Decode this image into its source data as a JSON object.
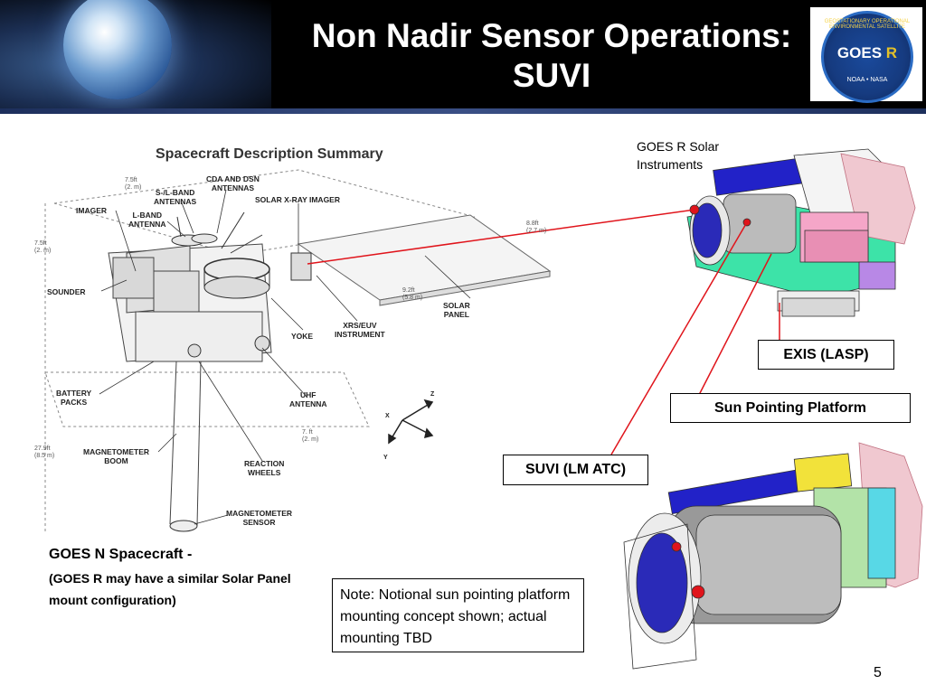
{
  "slide": {
    "title_line1": "Non Nadir Sensor Operations:",
    "title_line2": "SUVI",
    "page_number": "5"
  },
  "logo": {
    "main": "GOES",
    "letter": "R",
    "bottom": "NOAA • NASA",
    "arc": "GEOSTATIONARY OPERATIONAL ENVIRONMENTAL SATELLITE"
  },
  "diagram": {
    "title": "Spacecraft Description Summary",
    "labels": {
      "imager": "IMAGER",
      "sounder": "SOUNDER",
      "cda": "CDA AND DSN\nANTENNAS",
      "sl_band": "S-/L-BAND\nANTENNAS",
      "l_band": "L-BAND\nANTENNA",
      "solar_xray": "SOLAR X-RAY IMAGER",
      "solar_panel": "SOLAR\nPANEL",
      "xrs_euv": "XRS/EUV\nINSTRUMENT",
      "yoke": "YOKE",
      "battery": "BATTERY\nPACKS",
      "uhf": "UHF\nANTENNA",
      "mag_boom": "MAGNETOMETER\nBOOM",
      "reaction": "REACTION\nWHEELS",
      "mag_sensor": "MAGNETOMETER\nSENSOR"
    },
    "measurements": {
      "m1": "7.5ft\n(2. m)",
      "m2": "7.5ft\n(2. m)",
      "m3": "8.8ft\n(2.7 m)",
      "m4": "9.2ft\n(5.8 m)",
      "m5": "7. ft\n(2. m)",
      "m6": "27.9ft\n(8.5 m)"
    },
    "axes": {
      "z": "Z",
      "x": "X",
      "y": "Y"
    }
  },
  "captions": {
    "line1": "GOES N Spacecraft -",
    "line2": "(GOES R may have a similar Solar Panel mount configuration)"
  },
  "note": "Note:  Notional sun pointing platform mounting concept shown; actual mounting TBD",
  "callouts": {
    "solar_instruments": "GOES R Solar Instruments",
    "exis": "EXIS (LASP)",
    "sun_platform": "Sun Pointing Platform",
    "suvi": "SUVI (LM ATC)"
  },
  "colors": {
    "callout_line": "#e0141b",
    "header_bg": "#000000",
    "title_text": "#ffffff"
  }
}
